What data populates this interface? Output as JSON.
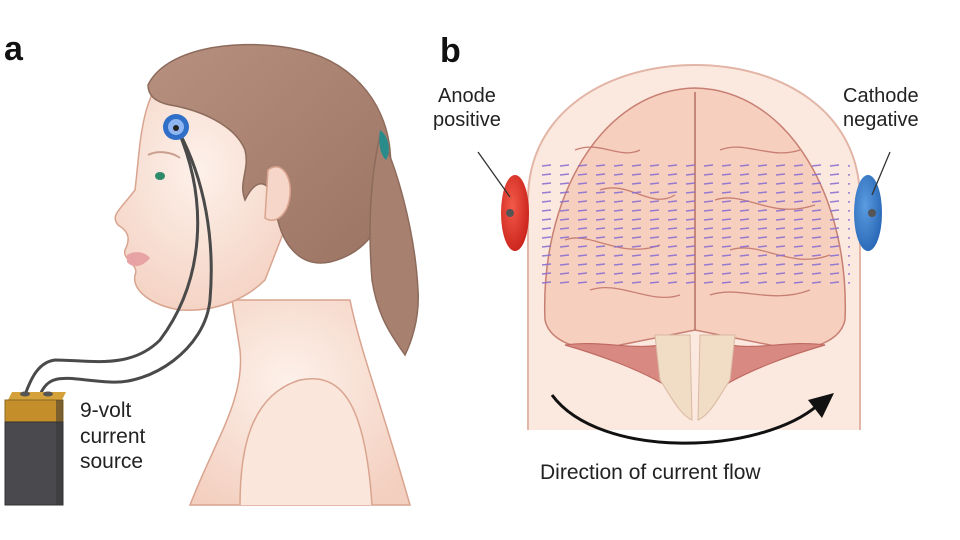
{
  "figure": {
    "panel_a": {
      "label": "a",
      "battery_label_lines": [
        "9-volt",
        "current",
        "source"
      ],
      "electrode_color": "#3b7fd0"
    },
    "panel_b": {
      "label": "b",
      "anode_label_lines": [
        "Anode",
        "positive"
      ],
      "cathode_label_lines": [
        "Cathode",
        "negative"
      ],
      "arrow_caption": "Direction of current flow",
      "anode_color": "#e0382c",
      "cathode_color": "#3a7fcf",
      "current_lines_color": "#8a6fd0"
    }
  }
}
